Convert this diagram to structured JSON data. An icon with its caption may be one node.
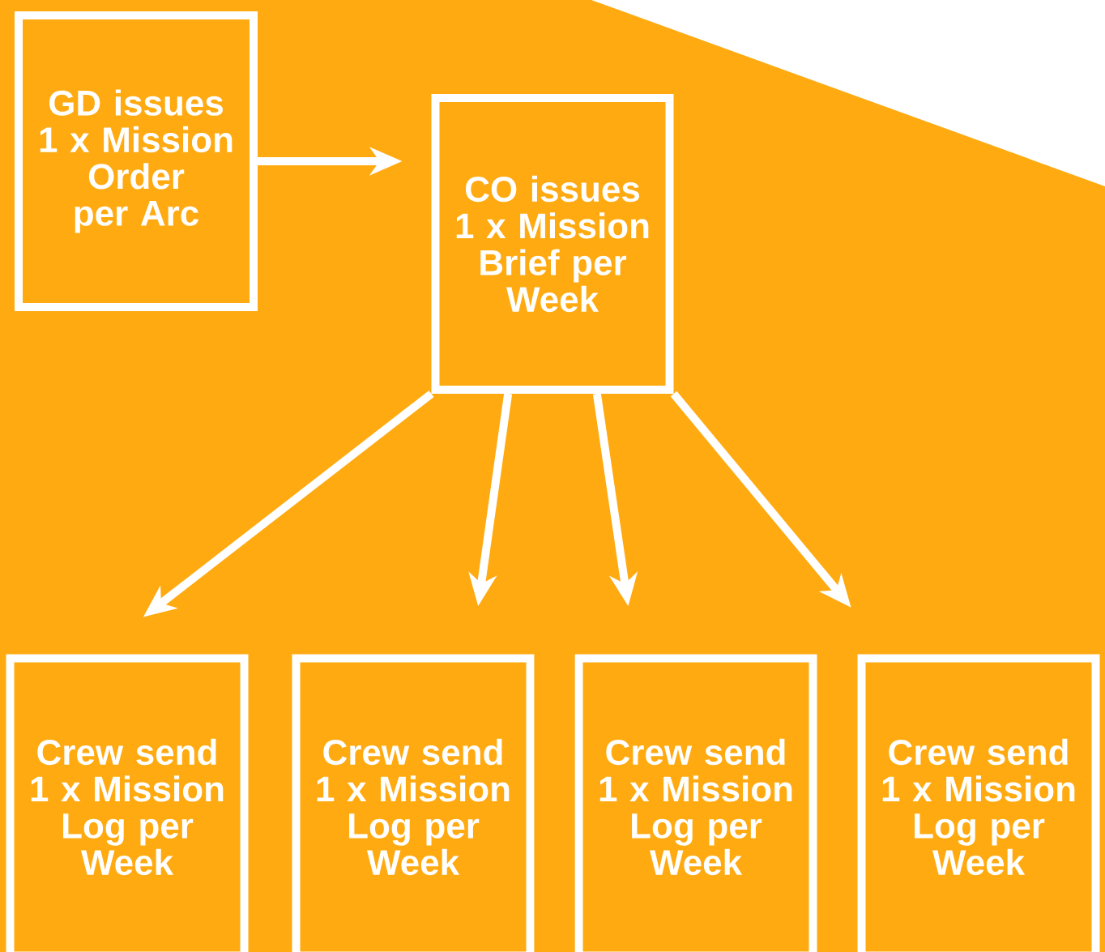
{
  "diagram": {
    "nodes": [
      {
        "text": [
          "GD issues 1 x Mission Order per Arc"
        ]
      },
      {
        "text": [
          "CO issues 1 x Mission Brief per Week"
        ]
      },
      {
        "text": [
          "Crew send 1 x Mission Log per Week"
        ]
      },
      {
        "text": [
          "Crew send 1 x Mission Log per Week"
        ]
      },
      {
        "text": [
          "Crew send 1 x Mission Log per Week"
        ]
      },
      {
        "text": [
          "Crew send 1 x Mission Log per Week"
        ]
      }
    ],
    "edges": [
      {
        "from": 0,
        "to": 1,
        "arrow": "to"
      },
      {
        "from": 1,
        "to": 2,
        "arrow": "to"
      },
      {
        "from": 1,
        "to": 3,
        "arrow": "to"
      },
      {
        "from": 1,
        "to": 4,
        "arrow": "to"
      },
      {
        "from": 1,
        "to": 5,
        "arrow": "to"
      }
    ]
  }
}
